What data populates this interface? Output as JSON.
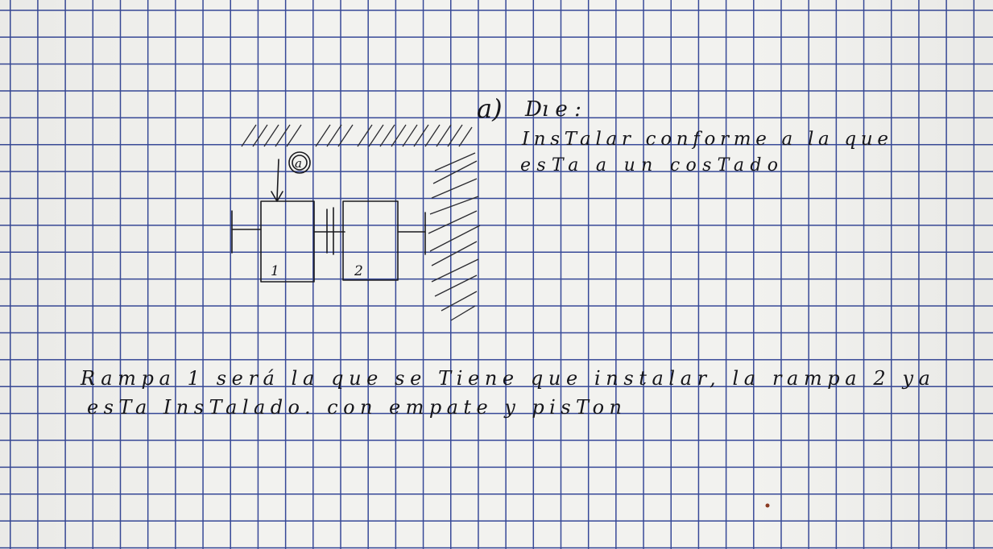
{
  "note": {
    "section_label": "a)",
    "heading": "Dı e :",
    "instruction_line_1": "InsTalar conforme a la que",
    "instruction_line_2": "esTa a un cosTado",
    "paragraph_line_1": "Rampa 1 será la que se Tiene que instalar, la rampa 2 ya",
    "paragraph_line_2": "esTa InsTalado. con empate y pisTon"
  },
  "diagram": {
    "marker_label": "a",
    "ramp_1_label": "1",
    "ramp_2_label": "2"
  },
  "colors": {
    "grid_ink": "#2c3f93",
    "pen_ink": "#1a1a1f",
    "paper": "#f2f2ef"
  }
}
